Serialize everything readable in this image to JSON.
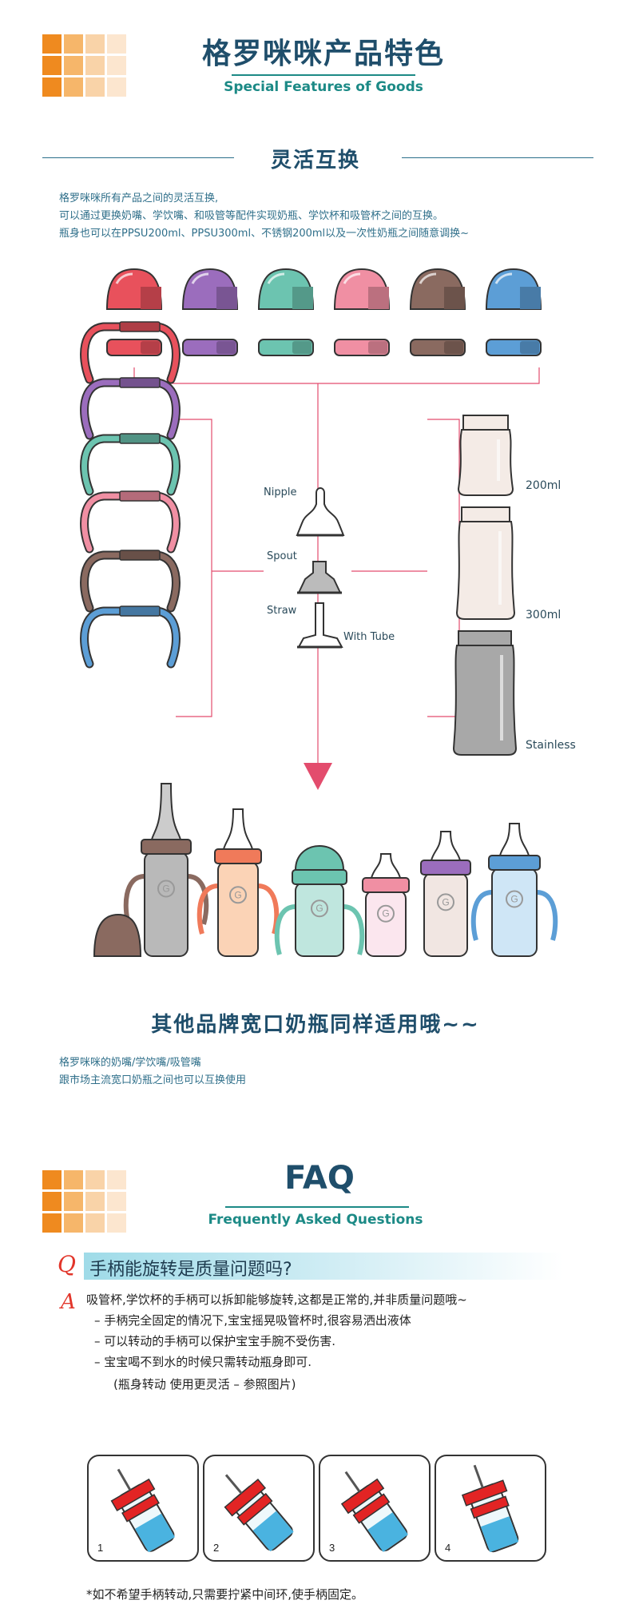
{
  "header": {
    "title_cn": "格罗咪咪产品特色",
    "title_en": "Special Features of Goods"
  },
  "section1": {
    "heading": "灵活互换",
    "lines": [
      "格罗咪咪所有产品之间的灵活互换,",
      "可以通过更换奶嘴、学饮嘴、和吸管等配件实现奶瓶、学饮杯和吸管杯之间的互换。",
      "瓶身也可以在PPSU200ml、PPSU300ml、不锈钢200ml以及一次性奶瓶之间随意调换~"
    ],
    "cap_colors": [
      "#e8515c",
      "#9b6dbd",
      "#6cc4b0",
      "#f08fa3",
      "#8a6a60",
      "#5c9ed6"
    ],
    "labels": {
      "nipple": "Nipple",
      "spout": "Spout",
      "straw": "Straw",
      "with_tube": "With Tube",
      "ml200": "200ml",
      "ml300": "300ml",
      "stainless": "Stainless"
    },
    "bottle_logo": "G"
  },
  "section2": {
    "heading": "其他品牌宽口奶瓶同样适用哦~~",
    "lines": [
      "格罗咪咪的奶嘴/学饮嘴/吸管嘴",
      "跟市场主流宽口奶瓶之间也可以互换使用"
    ]
  },
  "faq": {
    "title": "FAQ",
    "subtitle": "Frequently Asked Questions",
    "q_mark": "Q",
    "question": "手柄能旋转是质量问题吗?",
    "a_mark": "A",
    "answer": "吸管杯,学饮杯的手柄可以拆卸能够旋转,这都是正常的,并非质量问题哦~",
    "points": [
      "– 手柄完全固定的情况下,宝宝摇晃吸管杯时,很容易洒出液体",
      "– 可以转动的手柄可以保护宝宝手腕不受伤害.",
      "– 宝宝喝不到水的时候只需转动瓶身即可."
    ],
    "hint": "(瓶身转动 使用更灵活 – 参照图片)",
    "steps": [
      "1",
      "2",
      "3",
      "4"
    ],
    "note": "*如不希望手柄转动,只需要拧紧中间环,使手柄固定。"
  },
  "colors": {
    "accent": "#1c8a86",
    "title": "#1f4e6b",
    "pink_line": "#e34c6d",
    "orange": "#ef8a1f"
  }
}
